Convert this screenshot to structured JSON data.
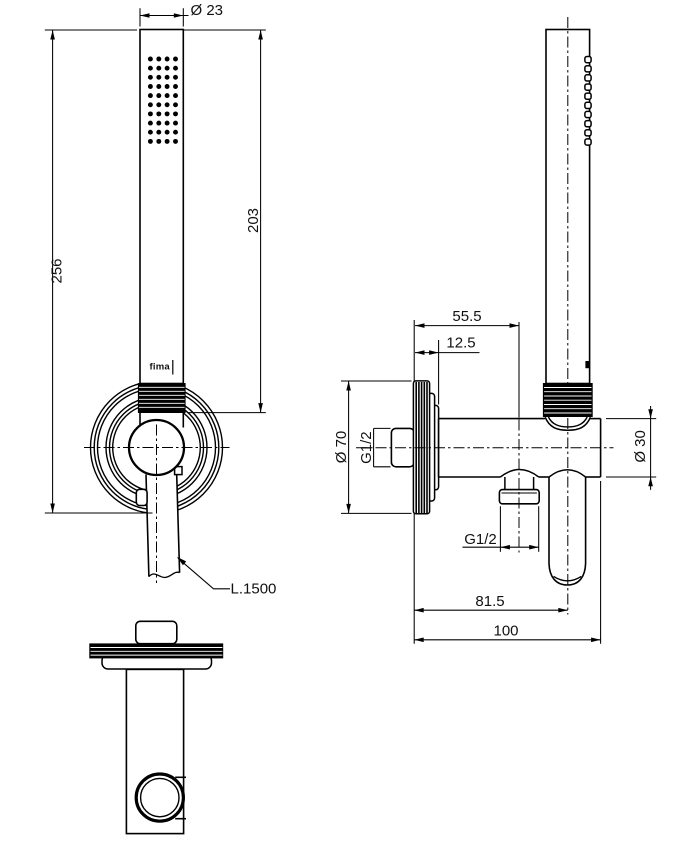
{
  "title": "hand shower set technical drawing",
  "colors": {
    "ink": "#000000",
    "background": "#ffffff"
  },
  "brand_label": "fima",
  "labels": {
    "head_diameter": "Ø 23",
    "head_length": "203",
    "overall_height": "256",
    "hose_length": "L.1500",
    "outlet_offset": "55.5",
    "flange_thickness": "12.5",
    "flange_diameter": "Ø 70",
    "wall_thread": "G1/2",
    "body_diameter": "Ø 30",
    "outlet_thread": "G1/2",
    "hose_outlet_offset": "81.5",
    "overall_depth": "100"
  }
}
